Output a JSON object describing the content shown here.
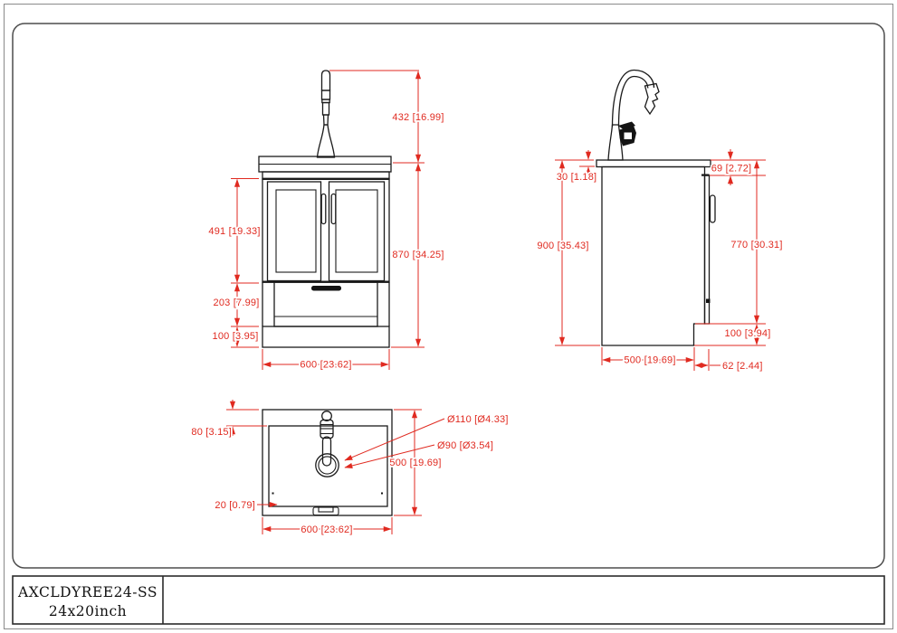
{
  "title_block": {
    "model": "AXCLDYREE24-SS",
    "size": "24x20inch"
  },
  "colors": {
    "drawing_line": "#1b1b1b",
    "dimension_red": "#e02a20",
    "background": "#ffffff"
  },
  "views": {
    "front": {
      "dimensions": {
        "faucet_height": "432 [16.99]",
        "overall_height": "870 [34.25]",
        "door_section_height": "491 [19.33]",
        "drawer_section_height": "203 [7.99]",
        "base_height": "100 [3.95]",
        "width": "600 [23.62]"
      }
    },
    "side": {
      "dimensions": {
        "countertop_thickness": "30 [1.18]",
        "counter_to_door_gap": "69 [2.72]",
        "overall_height": "900 [35.43]",
        "door_height": "770 [30.31]",
        "toe_kick_height": "100 [3.94]",
        "depth": "500 [19.69]",
        "toe_kick_recess": "62 [2.44]"
      }
    },
    "top": {
      "dimensions": {
        "back_rim": "80 [3.15]",
        "front_rim": "20 [0.79]",
        "hole_outer_diameter": "Ø110 [Ø4.33]",
        "hole_inner_diameter": "Ø90 [Ø3.54]",
        "depth": "500 [19.69]",
        "width": "600 [23.62]"
      }
    }
  }
}
